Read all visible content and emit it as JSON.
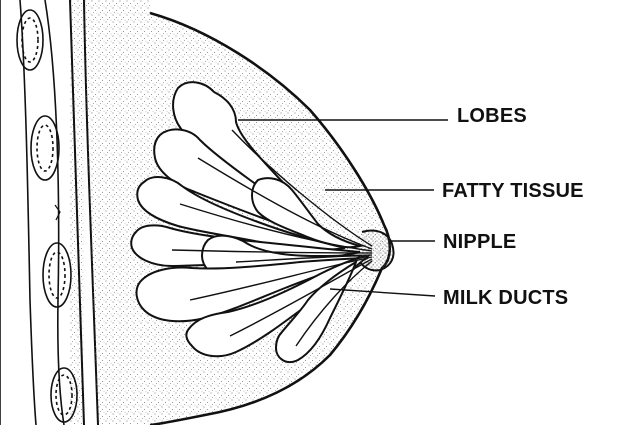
{
  "diagram": {
    "labels": {
      "lobes": "LOBES",
      "fatty_tissue": "FATTY TISSUE",
      "nipple": "NIPPLE",
      "milk_ducts": "MILK DUCTS"
    },
    "colors": {
      "ink": "#111111",
      "background": "#ffffff",
      "stipple": "#555555"
    }
  }
}
